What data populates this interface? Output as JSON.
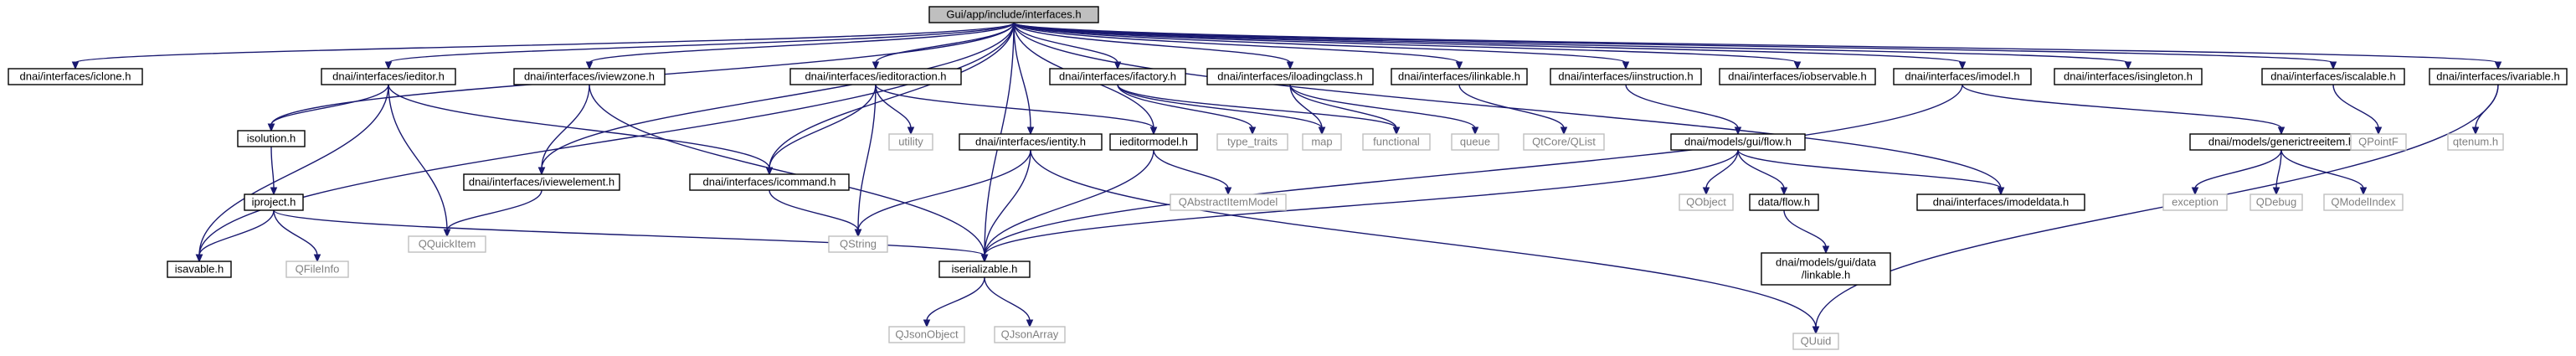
{
  "diagram": {
    "root": "root",
    "nodes": [
      {
        "id": "root",
        "lines": [
          "Gui/app/include/interfaces.h"
        ],
        "style": "root"
      },
      {
        "id": "iclone",
        "lines": [
          "dnai/interfaces/iclone.h"
        ],
        "style": "local"
      },
      {
        "id": "isolution",
        "lines": [
          "isolution.h"
        ],
        "style": "local"
      },
      {
        "id": "ieditor",
        "lines": [
          "dnai/interfaces/ieditor.h"
        ],
        "style": "local"
      },
      {
        "id": "iviewzone",
        "lines": [
          "dnai/interfaces/iviewzone.h"
        ],
        "style": "local"
      },
      {
        "id": "ieditoraction",
        "lines": [
          "dnai/interfaces/ieditoraction.h"
        ],
        "style": "local"
      },
      {
        "id": "ifactory",
        "lines": [
          "dnai/interfaces/ifactory.h"
        ],
        "style": "local"
      },
      {
        "id": "iloadingclass",
        "lines": [
          "dnai/interfaces/iloadingclass.h"
        ],
        "style": "local"
      },
      {
        "id": "ilinkable",
        "lines": [
          "dnai/interfaces/ilinkable.h"
        ],
        "style": "local"
      },
      {
        "id": "iinstruction",
        "lines": [
          "dnai/interfaces/iinstruction.h"
        ],
        "style": "local"
      },
      {
        "id": "iobservable",
        "lines": [
          "dnai/interfaces/iobservable.h"
        ],
        "style": "local"
      },
      {
        "id": "imodel",
        "lines": [
          "dnai/interfaces/imodel.h"
        ],
        "style": "local"
      },
      {
        "id": "isingleton",
        "lines": [
          "dnai/interfaces/isingleton.h"
        ],
        "style": "local"
      },
      {
        "id": "iscalable",
        "lines": [
          "dnai/interfaces/iscalable.h"
        ],
        "style": "local"
      },
      {
        "id": "ivariable",
        "lines": [
          "dnai/interfaces/ivariable.h"
        ],
        "style": "local"
      },
      {
        "id": "iproject",
        "lines": [
          "iproject.h"
        ],
        "style": "local"
      },
      {
        "id": "iviewelement",
        "lines": [
          "dnai/interfaces/iviewelement.h"
        ],
        "style": "local"
      },
      {
        "id": "icommand",
        "lines": [
          "dnai/interfaces/icommand.h"
        ],
        "style": "local"
      },
      {
        "id": "utility",
        "lines": [
          "utility"
        ],
        "style": "external"
      },
      {
        "id": "ientity",
        "lines": [
          "dnai/interfaces/ientity.h"
        ],
        "style": "local"
      },
      {
        "id": "ieditormodel",
        "lines": [
          "ieditormodel.h"
        ],
        "style": "local"
      },
      {
        "id": "type_traits",
        "lines": [
          "type_traits"
        ],
        "style": "external"
      },
      {
        "id": "map",
        "lines": [
          "map"
        ],
        "style": "external"
      },
      {
        "id": "functional",
        "lines": [
          "functional"
        ],
        "style": "external"
      },
      {
        "id": "queue",
        "lines": [
          "queue"
        ],
        "style": "external"
      },
      {
        "id": "qtcore_qlist",
        "lines": [
          "QtCore/QList"
        ],
        "style": "external"
      },
      {
        "id": "flow_h",
        "lines": [
          "dnai/models/gui/flow.h"
        ],
        "style": "local"
      },
      {
        "id": "genericitem",
        "lines": [
          "dnai/models/generictreeitem.h"
        ],
        "style": "local"
      },
      {
        "id": "qpointf",
        "lines": [
          "QPointF"
        ],
        "style": "external"
      },
      {
        "id": "qtenum",
        "lines": [
          "qtenum.h"
        ],
        "style": "external"
      },
      {
        "id": "isavable",
        "lines": [
          "isavable.h"
        ],
        "style": "local"
      },
      {
        "id": "qfileinfo",
        "lines": [
          "QFileInfo"
        ],
        "style": "external"
      },
      {
        "id": "qquickitem",
        "lines": [
          "QQuickItem"
        ],
        "style": "external"
      },
      {
        "id": "qstring",
        "lines": [
          "QString"
        ],
        "style": "external"
      },
      {
        "id": "qabstractitemmodel",
        "lines": [
          "QAbstractItemModel"
        ],
        "style": "external"
      },
      {
        "id": "iserializable",
        "lines": [
          "iserializable.h"
        ],
        "style": "local"
      },
      {
        "id": "qobject",
        "lines": [
          "QObject"
        ],
        "style": "external"
      },
      {
        "id": "dataflow",
        "lines": [
          "data/flow.h"
        ],
        "style": "local"
      },
      {
        "id": "imodeldata",
        "lines": [
          "dnai/interfaces/imodeldata.h"
        ],
        "style": "local"
      },
      {
        "id": "exception",
        "lines": [
          "exception"
        ],
        "style": "external"
      },
      {
        "id": "qdebug",
        "lines": [
          "QDebug"
        ],
        "style": "external"
      },
      {
        "id": "qmodelindex",
        "lines": [
          "QModelIndex"
        ],
        "style": "external"
      },
      {
        "id": "guidata_linkable",
        "lines": [
          "dnai/models/gui/data",
          "/linkable.h"
        ],
        "style": "local"
      },
      {
        "id": "qjsonobject",
        "lines": [
          "QJsonObject"
        ],
        "style": "external"
      },
      {
        "id": "qjsonarray",
        "lines": [
          "QJsonArray"
        ],
        "style": "external"
      },
      {
        "id": "quuid",
        "lines": [
          "QUuid"
        ],
        "style": "external"
      }
    ],
    "edges": [
      {
        "from": "root",
        "to": "iclone"
      },
      {
        "from": "root",
        "to": "isolution"
      },
      {
        "from": "root",
        "to": "ieditor"
      },
      {
        "from": "root",
        "to": "iviewzone"
      },
      {
        "from": "root",
        "to": "ieditoraction"
      },
      {
        "from": "root",
        "to": "ifactory"
      },
      {
        "from": "root",
        "to": "iloadingclass"
      },
      {
        "from": "root",
        "to": "ilinkable"
      },
      {
        "from": "root",
        "to": "iinstruction"
      },
      {
        "from": "root",
        "to": "iobservable"
      },
      {
        "from": "root",
        "to": "imodel"
      },
      {
        "from": "root",
        "to": "isingleton"
      },
      {
        "from": "root",
        "to": "iscalable"
      },
      {
        "from": "root",
        "to": "ivariable"
      },
      {
        "from": "root",
        "to": "isavable"
      },
      {
        "from": "root",
        "to": "iviewelement"
      },
      {
        "from": "root",
        "to": "icommand"
      },
      {
        "from": "root",
        "to": "ientity"
      },
      {
        "from": "root",
        "to": "ieditormodel"
      },
      {
        "from": "root",
        "to": "iserializable"
      },
      {
        "from": "root",
        "to": "imodeldata"
      },
      {
        "from": "ieditor",
        "to": "isolution"
      },
      {
        "from": "ieditor",
        "to": "icommand"
      },
      {
        "from": "ieditor",
        "to": "qquickitem"
      },
      {
        "from": "ieditor",
        "to": "isavable"
      },
      {
        "from": "isolution",
        "to": "iproject"
      },
      {
        "from": "iproject",
        "to": "isavable"
      },
      {
        "from": "iproject",
        "to": "qfileinfo"
      },
      {
        "from": "iproject",
        "to": "iserializable"
      },
      {
        "from": "iviewzone",
        "to": "iviewelement"
      },
      {
        "from": "iviewzone",
        "to": "iserializable"
      },
      {
        "from": "iviewelement",
        "to": "qquickitem"
      },
      {
        "from": "ieditoraction",
        "to": "icommand"
      },
      {
        "from": "ieditoraction",
        "to": "utility"
      },
      {
        "from": "ieditoraction",
        "to": "ieditormodel"
      },
      {
        "from": "ieditoraction",
        "to": "qstring"
      },
      {
        "from": "icommand",
        "to": "qstring"
      },
      {
        "from": "ientity",
        "to": "qstring"
      },
      {
        "from": "ientity",
        "to": "iserializable"
      },
      {
        "from": "ientity",
        "to": "quuid"
      },
      {
        "from": "ieditormodel",
        "to": "iserializable"
      },
      {
        "from": "ieditormodel",
        "to": "qabstractitemmodel"
      },
      {
        "from": "ifactory",
        "to": "type_traits"
      },
      {
        "from": "ifactory",
        "to": "map"
      },
      {
        "from": "ifactory",
        "to": "functional"
      },
      {
        "from": "iloadingclass",
        "to": "map"
      },
      {
        "from": "iloadingclass",
        "to": "functional"
      },
      {
        "from": "iloadingclass",
        "to": "queue"
      },
      {
        "from": "ilinkable",
        "to": "qtcore_qlist"
      },
      {
        "from": "iinstruction",
        "to": "flow_h"
      },
      {
        "from": "imodel",
        "to": "genericitem"
      },
      {
        "from": "imodel",
        "to": "iserializable"
      },
      {
        "from": "flow_h",
        "to": "qobject"
      },
      {
        "from": "flow_h",
        "to": "dataflow"
      },
      {
        "from": "flow_h",
        "to": "imodeldata"
      },
      {
        "from": "flow_h",
        "to": "iserializable"
      },
      {
        "from": "dataflow",
        "to": "guidata_linkable"
      },
      {
        "from": "genericitem",
        "to": "exception"
      },
      {
        "from": "genericitem",
        "to": "qdebug"
      },
      {
        "from": "genericitem",
        "to": "qmodelindex"
      },
      {
        "from": "iscalable",
        "to": "qpointf"
      },
      {
        "from": "ivariable",
        "to": "qtenum"
      },
      {
        "from": "ivariable",
        "to": "quuid"
      },
      {
        "from": "iserializable",
        "to": "qjsonobject"
      },
      {
        "from": "iserializable",
        "to": "qjsonarray"
      }
    ]
  }
}
